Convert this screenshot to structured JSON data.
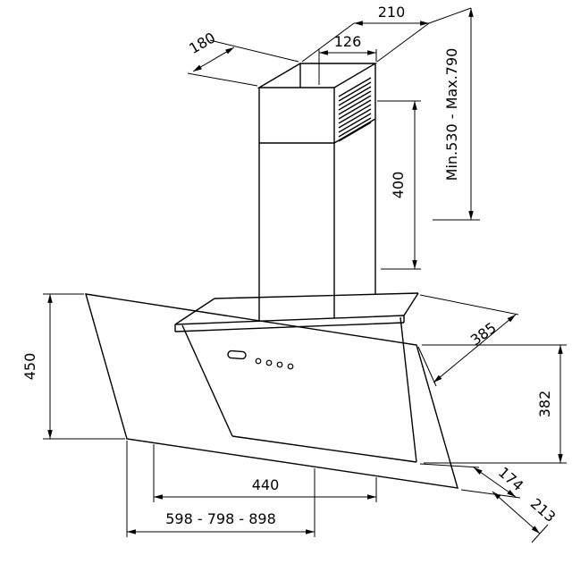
{
  "colors": {
    "background": "#ffffff",
    "line": "#000000",
    "text": "#000000"
  },
  "drawing": {
    "subject": "wall-mounted angled-glass cooker hood with telescopic chimney, dimension drawing"
  },
  "dimensions": {
    "chimney_top_width": "210",
    "chimney_top_depth": "180",
    "duct_outlet_width": "126",
    "chimney_height_range": "Min.530 - Max.790",
    "chimney_lower_height": "400",
    "glass_front_height": "450",
    "canopy_top_depth": "385",
    "right_side_height": "382",
    "bottom_inner_width": "440",
    "overall_width_options": "598 - 798 - 898",
    "bottom_depth_inner": "174",
    "bottom_depth_overall": "213"
  }
}
